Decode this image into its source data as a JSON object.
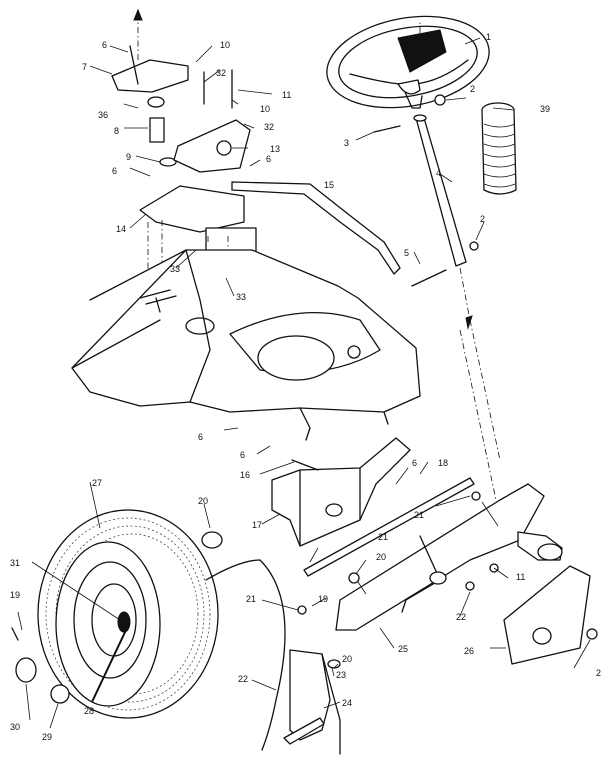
{
  "callouts": [
    {
      "id": "steering-wheel",
      "text": "1"
    },
    {
      "id": "nut-wheel",
      "text": "2"
    },
    {
      "id": "nut-shaft",
      "text": "2"
    },
    {
      "id": "nut-axle",
      "text": "2"
    },
    {
      "id": "screw-3",
      "text": "3"
    },
    {
      "id": "steering-shaft",
      "text": "4"
    },
    {
      "id": "bolt-5",
      "text": "5"
    },
    {
      "id": "bolt-top",
      "text": "6"
    },
    {
      "id": "bolt-left",
      "text": "6"
    },
    {
      "id": "bolt-right",
      "text": "6"
    },
    {
      "id": "bolt-frame",
      "text": "6"
    },
    {
      "id": "bolt-frame-2",
      "text": "6"
    },
    {
      "id": "bolt-bracket",
      "text": "6"
    },
    {
      "id": "bracket-7",
      "text": "7"
    },
    {
      "id": "bushing-8",
      "text": "8"
    },
    {
      "id": "washer-9",
      "text": "9"
    },
    {
      "id": "bolt-10a",
      "text": "10"
    },
    {
      "id": "bolt-10b",
      "text": "10"
    },
    {
      "id": "nut-11a",
      "text": "11"
    },
    {
      "id": "nut-11b",
      "text": "11"
    },
    {
      "id": "plate-13",
      "text": "13"
    },
    {
      "id": "bracket-14",
      "text": "14"
    },
    {
      "id": "drag-link",
      "text": "15"
    },
    {
      "id": "bolt-16",
      "text": "16"
    },
    {
      "id": "axle-bracket",
      "text": "17"
    },
    {
      "id": "tie-rod",
      "text": "18"
    },
    {
      "id": "clip-19a",
      "text": "19"
    },
    {
      "id": "clip-19b",
      "text": "19"
    },
    {
      "id": "bushing-20a",
      "text": "20"
    },
    {
      "id": "bushing-20b",
      "text": "20"
    },
    {
      "id": "bushing-20c",
      "text": "20"
    },
    {
      "id": "washer-21a",
      "text": "21"
    },
    {
      "id": "washer-21b",
      "text": "21"
    },
    {
      "id": "washer-21c",
      "text": "21"
    },
    {
      "id": "pin-22a",
      "text": "22"
    },
    {
      "id": "pin-22b",
      "text": "22"
    },
    {
      "id": "nut-23",
      "text": "23"
    },
    {
      "id": "spindle-24",
      "text": "24"
    },
    {
      "id": "axle-25",
      "text": "25"
    },
    {
      "id": "spindle-26",
      "text": "26"
    },
    {
      "id": "wheel-27",
      "text": "27"
    },
    {
      "id": "hub-28",
      "text": "28"
    },
    {
      "id": "cap-29",
      "text": "29"
    },
    {
      "id": "washer-30",
      "text": "30"
    },
    {
      "id": "valve-31",
      "text": "31"
    },
    {
      "id": "washer-32a",
      "text": "32"
    },
    {
      "id": "washer-32b",
      "text": "32"
    },
    {
      "id": "nut-33a",
      "text": "33"
    },
    {
      "id": "nut-33b",
      "text": "33"
    },
    {
      "id": "spacer-36",
      "text": "36"
    },
    {
      "id": "cover-39",
      "text": "39"
    }
  ]
}
